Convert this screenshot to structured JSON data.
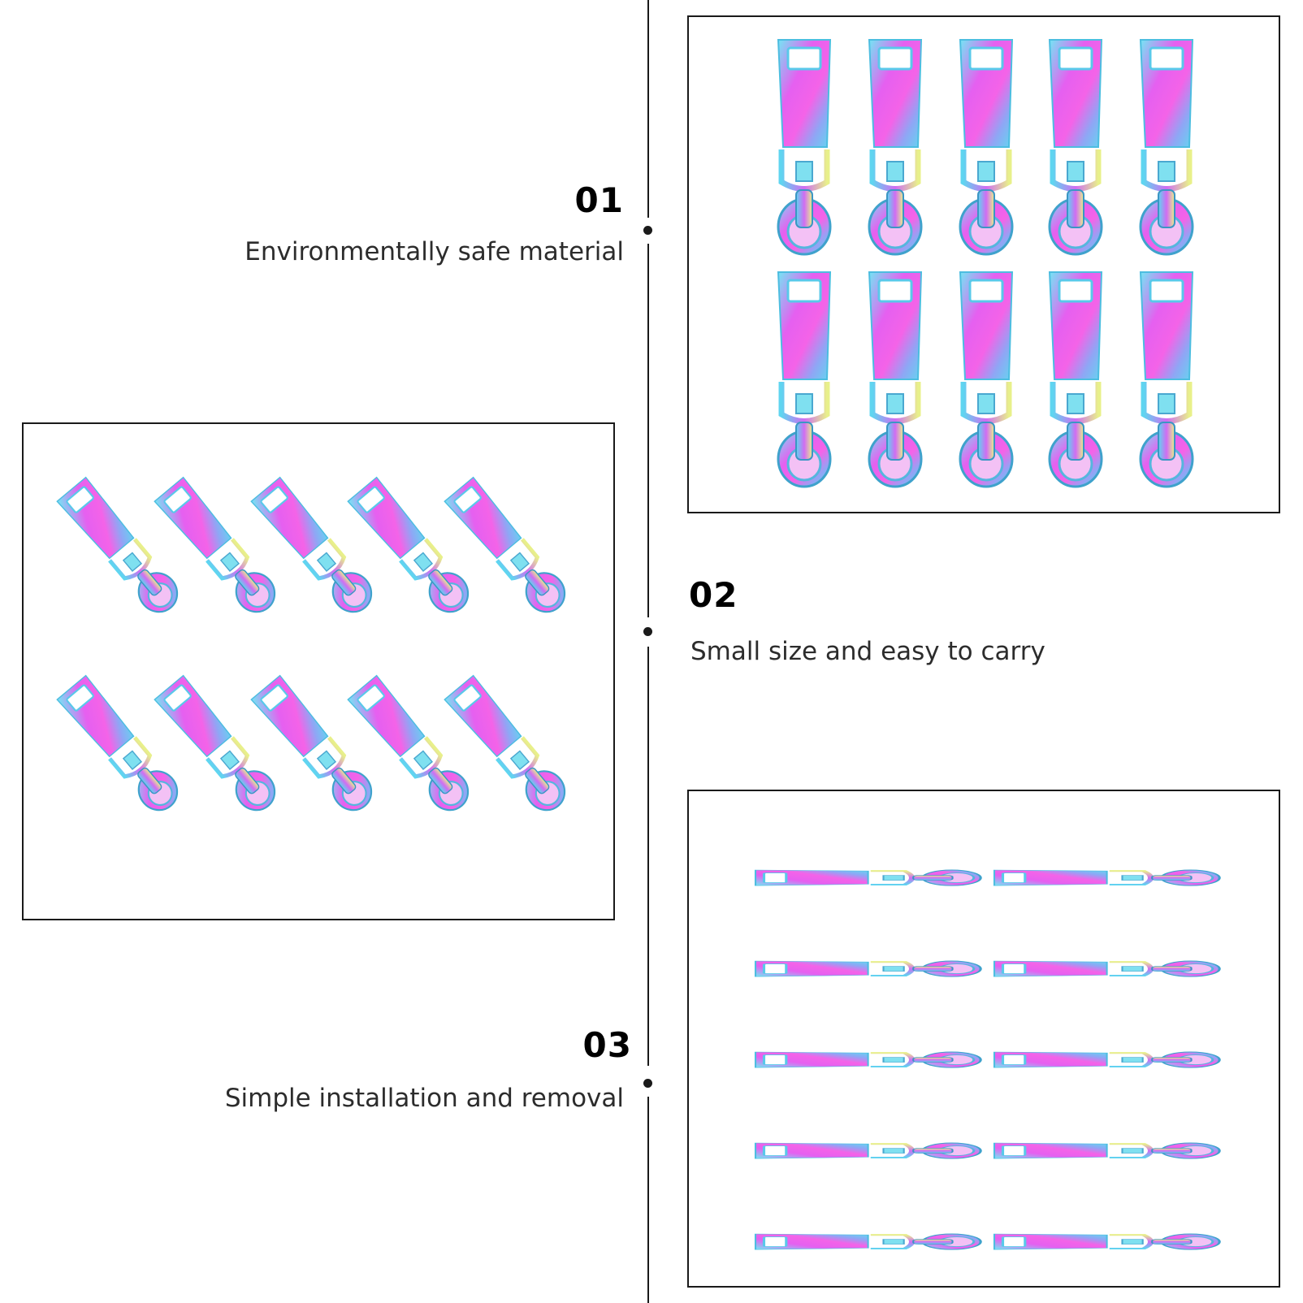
{
  "features": [
    {
      "number": "01",
      "caption": "Environmentally safe material"
    },
    {
      "number": "02",
      "caption": "Small size and easy to carry"
    },
    {
      "number": "03",
      "caption": "Simple installation and removal"
    }
  ],
  "colors": {
    "line": "#1a1a1a",
    "iridescent": [
      "#6ee7f5",
      "#f05cf0",
      "#c06cf5",
      "#58c8f0",
      "#e0f070"
    ]
  },
  "icons": {
    "product": "zipper-pull-icon"
  },
  "panels": {
    "top_right": {
      "count": 10,
      "orientation": "vertical"
    },
    "left": {
      "count": 10,
      "orientation": "diagonal"
    },
    "bottom_right": {
      "count": 10,
      "orientation": "horizontal"
    }
  }
}
